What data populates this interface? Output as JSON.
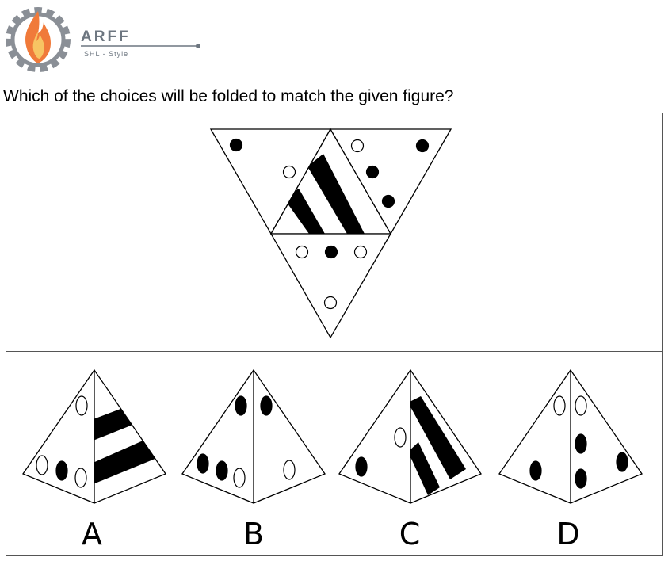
{
  "logo": {
    "brand": "ARFF",
    "subtitle": "SHL - Style"
  },
  "question": "Which of the choices will be folded to match the given figure?",
  "choices": [
    {
      "label": "A"
    },
    {
      "label": "B"
    },
    {
      "label": "C"
    },
    {
      "label": "D"
    }
  ]
}
